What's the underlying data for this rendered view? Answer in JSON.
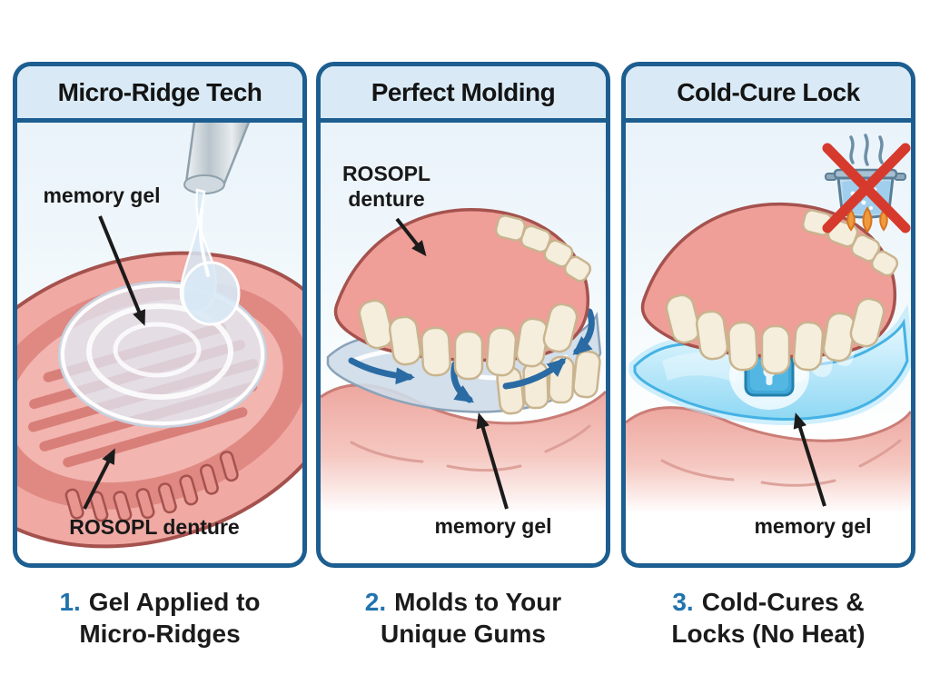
{
  "panels": [
    {
      "header": "Micro-Ridge Tech",
      "labels": {
        "memory_gel": "memory gel",
        "denture": "ROSOPL denture"
      },
      "caption": {
        "number": "1.",
        "line1": "Gel Applied to",
        "line2": "Micro-Ridges"
      }
    },
    {
      "header": "Perfect Molding",
      "labels": {
        "denture": "ROSOPL denture",
        "memory_gel": "memory gel"
      },
      "caption": {
        "number": "2.",
        "line1": "Molds to Your",
        "line2": "Unique Gums"
      }
    },
    {
      "header": "Cold-Cure Lock",
      "labels": {
        "memory_gel": "memory gel"
      },
      "icons": {
        "no_heat": "no-heat-boiling-pot-icon",
        "lock": "padlock-icon"
      },
      "caption": {
        "number": "3.",
        "line1": "Cold-Cures &",
        "line2": "Locks (No Heat)"
      }
    }
  ],
  "colors": {
    "panel_border": "#1d5e90",
    "header_bg": "#d9eaf6",
    "number_blue": "#2173ae",
    "text_dark": "#1b1b1b",
    "denture_pink": "#ef9e98",
    "denture_outline": "#a5524e",
    "teeth_cream": "#f5eedd",
    "gel_gray_blue": "#ccd9e6",
    "flow_arrow_blue": "#2a6ba3",
    "glow_cyan": "#8fd8f4",
    "lock_blue": "#41a9d9",
    "red_cross": "#d63a2d",
    "flame_orange": "#f09a3e"
  }
}
